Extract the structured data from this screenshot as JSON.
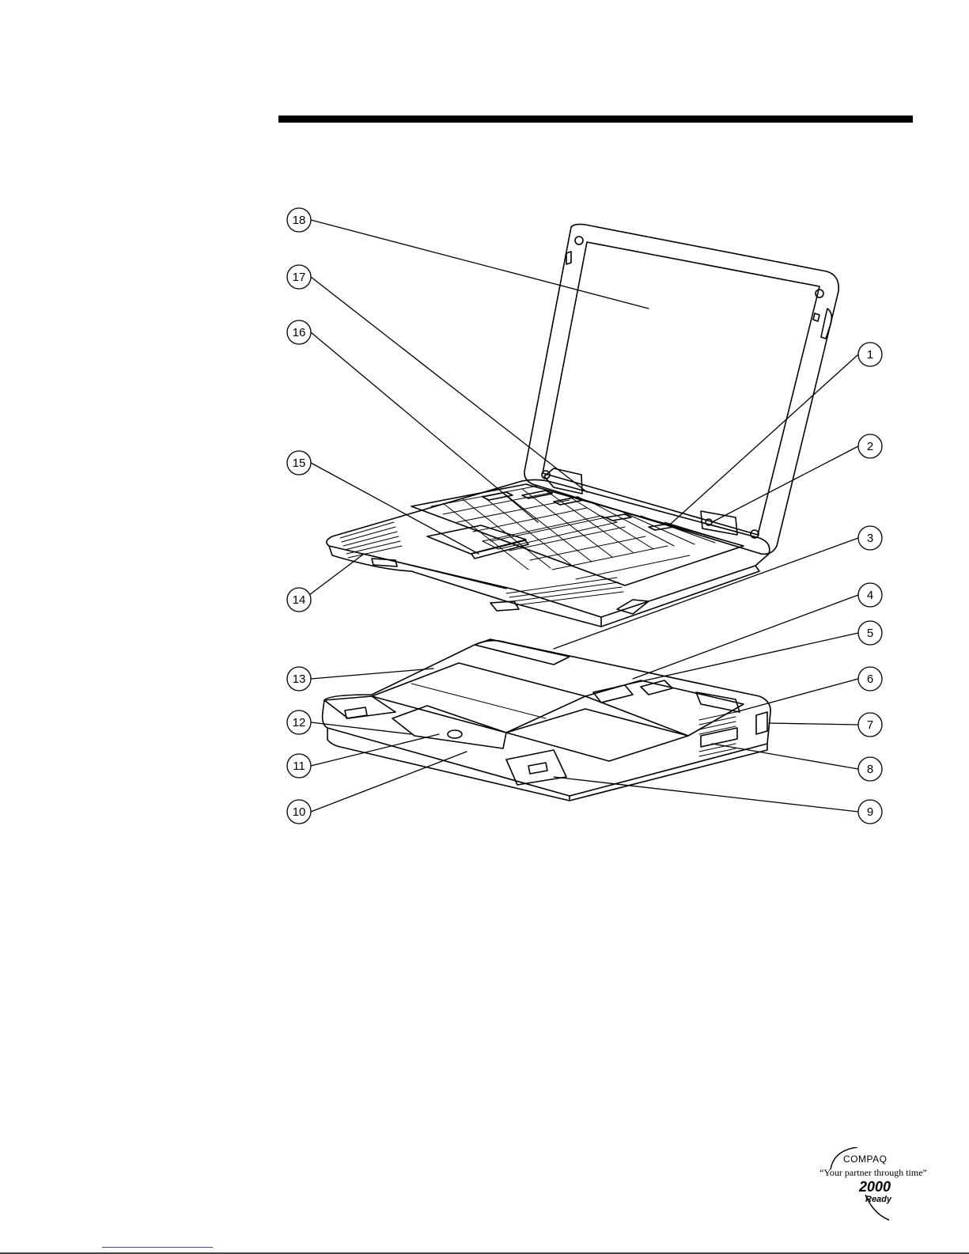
{
  "callouts": [
    {
      "id": 1,
      "label": "1"
    },
    {
      "id": 2,
      "label": "2"
    },
    {
      "id": 3,
      "label": "3"
    },
    {
      "id": 4,
      "label": "4"
    },
    {
      "id": 5,
      "label": "5"
    },
    {
      "id": 6,
      "label": "6"
    },
    {
      "id": 7,
      "label": "7"
    },
    {
      "id": 8,
      "label": "8"
    },
    {
      "id": 9,
      "label": "9"
    },
    {
      "id": 10,
      "label": "10"
    },
    {
      "id": 11,
      "label": "11"
    },
    {
      "id": 12,
      "label": "12"
    },
    {
      "id": 13,
      "label": "13"
    },
    {
      "id": 14,
      "label": "14"
    },
    {
      "id": 15,
      "label": "15"
    },
    {
      "id": 16,
      "label": "16"
    },
    {
      "id": 17,
      "label": "17"
    },
    {
      "id": 18,
      "label": "18"
    }
  ],
  "logo": {
    "brand": "COMPAQ",
    "tagline": "“Your partner through time”",
    "year": "2000",
    "ready": "Ready"
  },
  "colors": {
    "ink": "#000000",
    "paper": "#ffffff"
  }
}
